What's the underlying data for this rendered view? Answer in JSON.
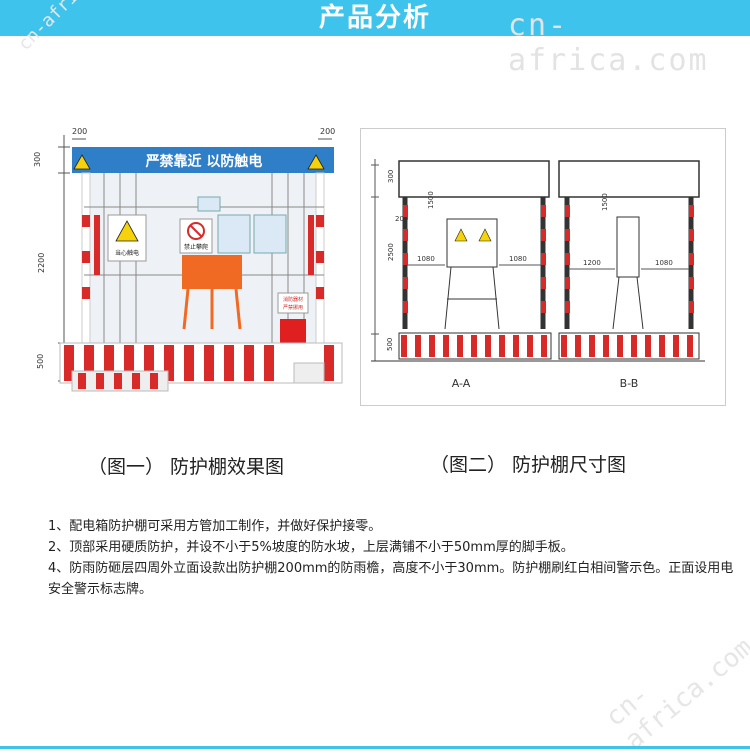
{
  "header": {
    "title": "产品分析",
    "bg_color": "#3ec3ec"
  },
  "watermark": {
    "text": "cn-africa.com",
    "text_short": "cn-africa"
  },
  "figure1": {
    "sign": "严禁靠近 以防触电",
    "dim_top_left": "200",
    "dim_top_right": "200",
    "dim_300": "300",
    "dim_2200": "2200",
    "dim_500": "500",
    "panel_warn": "当心触电",
    "panel_ban": "禁止攀爬",
    "box_label1": "消防器材",
    "box_label2": "严禁挪用",
    "caption": "（图一） 防护棚效果图"
  },
  "figure2": {
    "dim_300": "300",
    "dim_200": "200",
    "dim_1500_a": "1500",
    "dim_2500": "2500",
    "dim_1080_l": "1080",
    "dim_1080_r": "1080",
    "dim_500_bottom": "500",
    "dim_1500_b": "1500",
    "dim_1200": "1200",
    "dim_1080_b": "1080",
    "label_a": "A-A",
    "label_b": "B-B",
    "caption": "（图二） 防护棚尺寸图"
  },
  "notes": [
    "1、配电箱防护棚可采用方管加工制作，并做好保护接零。",
    "2、顶部采用硬质防护，并设不小于5%坡度的防水坡，上层满铺不小于50mm厚的脚手板。",
    "4、防雨防砸层四周外立面设款出防护棚200mm的防雨檐，高度不小于30mm。防护棚刷红白相间警示色。正面设用电安全警示标志牌。"
  ]
}
